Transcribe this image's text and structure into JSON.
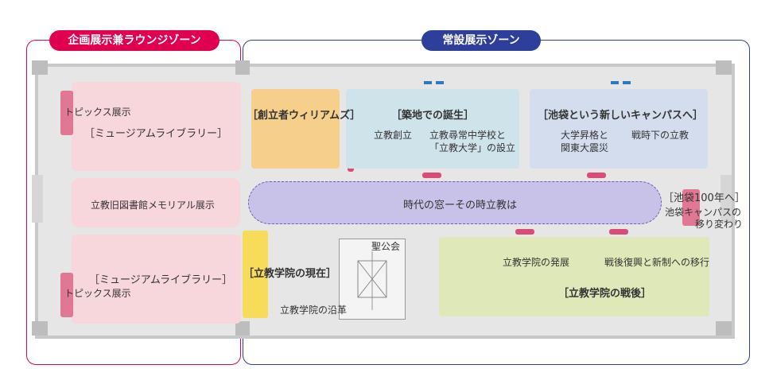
{
  "zones": {
    "left": {
      "title": "企画展示兼ラウンジゾーン",
      "color": "#e0004f"
    },
    "right": {
      "title": "常設展示ゾーン",
      "color": "#2d3f9a"
    }
  },
  "labels": {
    "topics_top": "トピックス展示",
    "topics_bottom": "トピックス展示",
    "museum_library_top": "［ミュージアムライブラリー］",
    "museum_library_bottom": "［ミュージアムライブラリー］",
    "old_library": "立教旧図書館メモリアル展示",
    "founder": "［創立者ウィリアムズ］",
    "tsukiji": "［築地での誕生］",
    "founding": "立教創立",
    "jinjo": "立教尋常中学校と",
    "daigaku": "「立教大学」の設立",
    "ikebukuro": "［池袋という新しいキャンパスへ］",
    "promotion_1": "大学昇格と",
    "promotion_2": "関東大震災",
    "wartime": "戦時下の立教",
    "window": "時代の窓ーその時立教は",
    "ikebukuro100": "［池袋100年へ］",
    "campus_change_1": "池袋キャンパスの",
    "campus_change_2": "移り変わり",
    "gakuin_now": "［立教学院の現在］",
    "history": "立教学院の沿革",
    "seikokai": "聖公会",
    "development": "立教学院の発展",
    "postwar_reform": "戦後復興と新制への移行",
    "postwar": "［立教学院の戦後］"
  },
  "colors": {
    "pink_area": "#f7d6dc",
    "orange_area": "#f6cf8b",
    "blue_area": "#cfe3ea",
    "lavender_area": "#d3ddee",
    "purple_area": "#c9c2e8",
    "green_area": "#dfe8b8",
    "yellow_area": "#f7dc5a",
    "accent_pink": "#d94b78"
  }
}
